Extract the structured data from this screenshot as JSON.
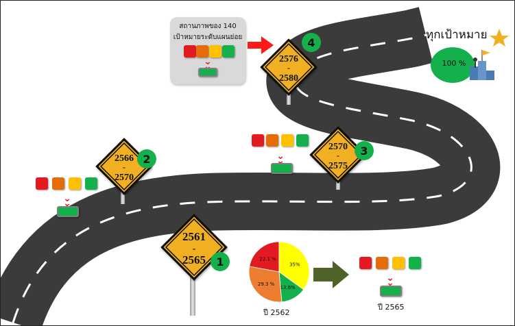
{
  "goal_title": "ทุกเป้าหมาย",
  "goal_percent": "100 %",
  "status_box": {
    "line1": "สถานภาพของ 140",
    "line2": "เป้าหมายระดับแผนย่อย"
  },
  "milestones": [
    {
      "number": "1",
      "start": "2561",
      "dash": "-",
      "end": "2565"
    },
    {
      "number": "2",
      "start": "2566",
      "dash": "-",
      "end": "2570"
    },
    {
      "number": "3",
      "start": "2570",
      "dash": "-",
      "end": "2575"
    },
    {
      "number": "4",
      "start": "2576",
      "dash": "-",
      "end": "2580"
    }
  ],
  "status_colors": [
    "#e21b23",
    "#e46c0a",
    "#ffc000",
    "#14b04c"
  ],
  "chart_data": {
    "type": "pie",
    "title": "",
    "caption": "ปี 2562",
    "slices": [
      {
        "label": "22.1 %",
        "value": 22.1,
        "color": "#e21b23"
      },
      {
        "label": "35%",
        "value": 35.0,
        "color": "#ffff00"
      },
      {
        "label": "13.6%",
        "value": 13.6,
        "color": "#14b04c"
      },
      {
        "label": "29.3 %",
        "value": 29.3,
        "color": "#ed7d31"
      }
    ]
  },
  "after_caption": "ปี 2565"
}
